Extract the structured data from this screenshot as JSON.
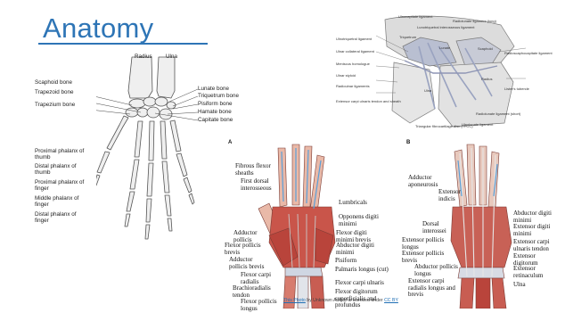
{
  "slide": {
    "title": "Anatomy",
    "accent_color": "#2e75b6"
  },
  "skeleton": {
    "labels_top": [
      "Radius",
      "Ulna"
    ],
    "labels_left": [
      "Scaphoid bone",
      "Trapezoid bone",
      "Trapezium bone",
      "Proximal phalanx of thumb",
      "Distal phalanx of thumb",
      "Proximal phalanx of finger",
      "Middle phalanx of finger",
      "Distal phalanx of finger"
    ],
    "labels_right": [
      "Lunate bone",
      "Triquetrum bone",
      "Pisiform bone",
      "Hamate bone",
      "Capitate bone"
    ]
  },
  "wrist_diagram": {
    "labels": [
      "Ulnocapitate ligament",
      "Lunotriquetral interosseous ligament",
      "Radiolunate ligament (long)",
      "Ulnotriquetral ligament",
      "Ulnar collateral ligament",
      "Meniscus homologue",
      "Ulnar styloid",
      "Radioulnar ligaments",
      "Extensor carpi ulnaris tendon and sheath",
      "Triquetrum",
      "Lunate",
      "Scaphoid",
      "Radius",
      "Ulna",
      "Radioscaphocapitate ligament",
      "Lister's tubercle",
      "Radiolunate ligament (short)",
      "Triangular fibrocartilage disc (TFCC)",
      "Ulnolunate ligament"
    ]
  },
  "palmar_view": {
    "marker": "A",
    "labels_left": [
      "Fibrous flexor sheaths",
      "First dorsal interosseous",
      "Adductor pollicis",
      "Flexor pollicis brevis",
      "Adductor pollicis brevis",
      "Flexor carpi radialis",
      "Brachioradialis tendon",
      "Flexor pollicis longus"
    ],
    "labels_right": [
      "Lumbricals",
      "Opponens digiti minimi",
      "Flexor digiti minimi brevis",
      "Abductor digiti minimi",
      "Pisiform",
      "Palmaris longus (cut)",
      "Flexor carpi ulnaris",
      "Flexor digitorum superficialis and profundus"
    ]
  },
  "dorsal_view": {
    "marker": "B",
    "labels_left": [
      "Adductor aponeurosis",
      "Extensor indicis",
      "Dorsal interossei",
      "Extensor pollicis longus",
      "Extensor pollicis brevis",
      "Abductor pollicis longus",
      "Extensor carpi radialis longus and brevis"
    ],
    "labels_right": [
      "Abductor digiti minimi",
      "Extensor digiti minimi",
      "Extensor carpi ulnaris tendon",
      "Extensor digitorum",
      "Extensor retinaculum",
      "Ulna"
    ]
  },
  "attribution": {
    "prefix": "This Photo",
    "middle": " by Unknown Author is licensed under ",
    "license": "CC BY"
  }
}
